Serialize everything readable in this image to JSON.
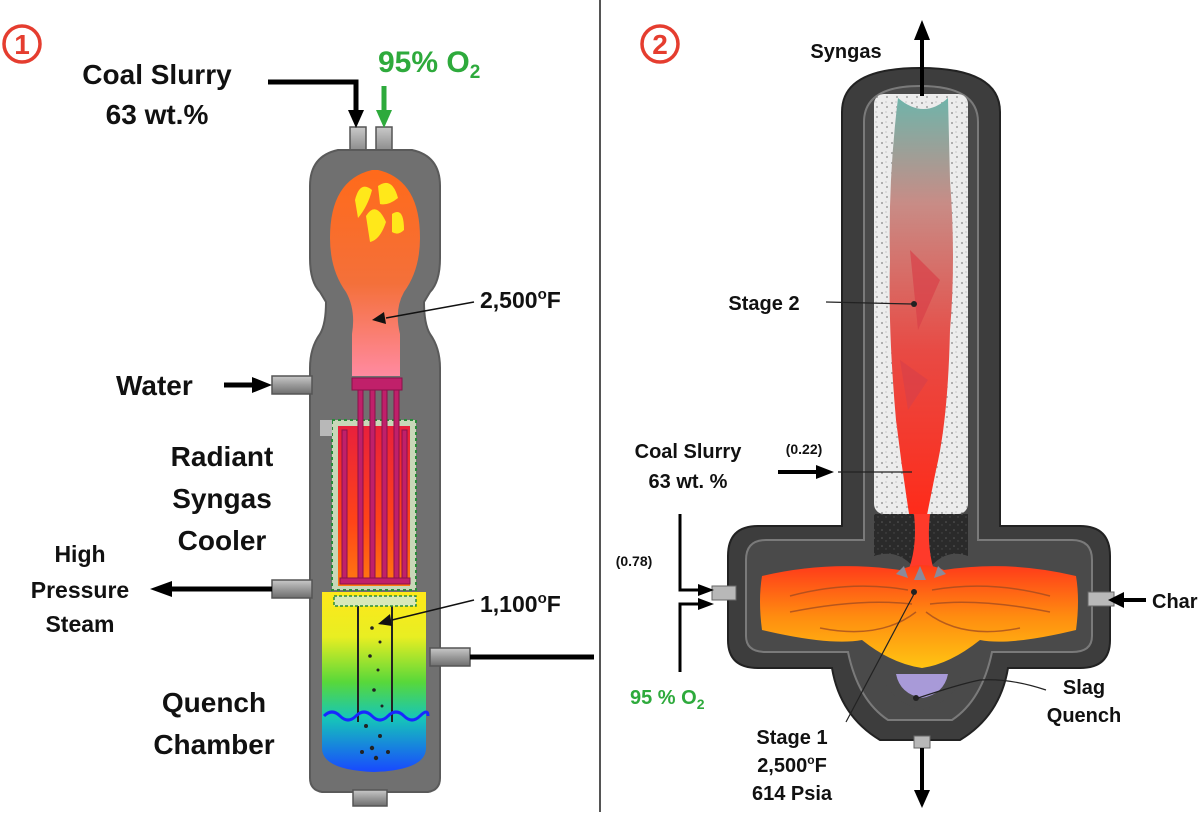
{
  "colors": {
    "oxygen_green": "#2eaa3c",
    "badge_red": "#e53d2f",
    "vessel_grey": "#6e6e6e",
    "shell_dark": "#3a3a3a"
  },
  "panel1": {
    "badge": "1",
    "coal_slurry_line1": "Coal Slurry",
    "coal_slurry_line2": "63 wt.%",
    "oxygen_main": "95% O",
    "oxygen_sub": "2",
    "temp_top": "2,500",
    "temp_top_unit": "F",
    "temp_bottom": "1,100",
    "temp_bottom_unit": "F",
    "degree_mark": "o",
    "water": "Water",
    "cooler_line1": "Radiant",
    "cooler_line2": "Syngas",
    "cooler_line3": "Cooler",
    "steam_line1": "High",
    "steam_line2": "Pressure",
    "steam_line3": "Steam",
    "quench_line1": "Quench",
    "quench_line2": "Chamber"
  },
  "panel2": {
    "badge": "2",
    "syngas": "Syngas",
    "stage2": "Stage 2",
    "coal_slurry_line1": "Coal Slurry",
    "coal_slurry_line2": "63 wt. %",
    "ratio_upper": "(0.22)",
    "ratio_lower": "(0.78)",
    "oxygen_main": "95 % O",
    "oxygen_sub": "2",
    "char_cut": "Char",
    "slag_line1": "Slag",
    "slag_line2": "Quench",
    "stage1_line1": "Stage 1",
    "stage1_line2": "2,500",
    "stage1_unit": "F",
    "stage1_deg": "o",
    "stage1_line3": "614 Psia"
  }
}
